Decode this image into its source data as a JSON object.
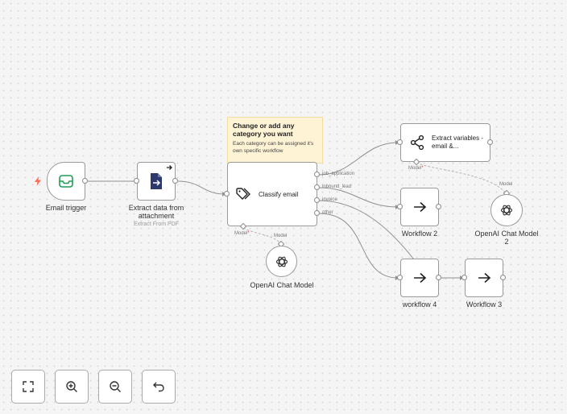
{
  "nodes": {
    "email_trigger": {
      "label": "Email trigger"
    },
    "extract_pdf": {
      "label": "Extract data from attachment",
      "sublabel": "Extract From PDF"
    },
    "classify": {
      "label": "Classify email"
    },
    "extract_vars": {
      "label": "Extract variables - email &..."
    },
    "workflow2": {
      "label": "Workflow 2"
    },
    "workflow4": {
      "label": "workflow 4"
    },
    "workflow3": {
      "label": "Workflow 3"
    },
    "openai1": {
      "label": "OpenAI Chat Model"
    },
    "openai2": {
      "label": "OpenAI Chat Model 2"
    }
  },
  "outputs": {
    "job_application": "job_application",
    "inbound_lead": "inbound_lead",
    "invoice": "invoice",
    "other": "other"
  },
  "connectors": {
    "model_required": "Model",
    "required_mark": "*",
    "model": "Model"
  },
  "sticky": {
    "title": "Change or add any category you want",
    "body": "Each category can be assigned it's own specific workflow"
  },
  "controls": {
    "fit_view": "fit-view",
    "zoom_in": "zoom-in",
    "zoom_out": "zoom-out",
    "undo": "undo"
  },
  "colors": {
    "trigger_icon": "#1f9d55",
    "bolt": "#ff6d5a",
    "pdf_icon": "#2d3a6b",
    "sticky_bg": "#fff3d6"
  }
}
